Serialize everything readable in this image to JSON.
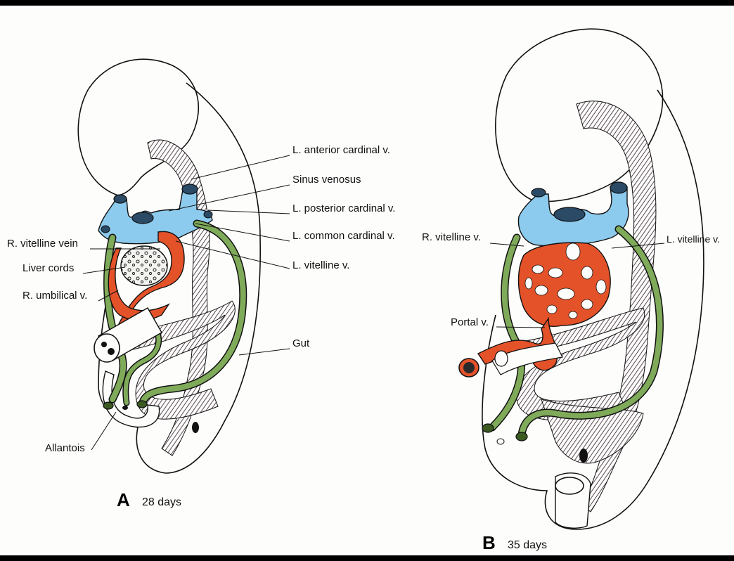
{
  "colors": {
    "veins_blue": "#8ccbee",
    "liver_red": "#e4522a",
    "vessel_green": "#7faa5a",
    "line": "#111111",
    "background": "#fdfdfb",
    "frame": "#000000"
  },
  "panel_a": {
    "letter": "A",
    "age": "28 days",
    "labels": {
      "anterior_cardinal": "L. anterior cardinal v.",
      "sinus_venosus": "Sinus venosus",
      "posterior_cardinal": "L. posterior cardinal v.",
      "common_cardinal": "L. common cardinal v.",
      "r_vitelline_vein": "R. vitelline vein",
      "l_vitelline": "L. vitelline v.",
      "liver_cords": "Liver cords",
      "r_umbilical": "R. umbilical v.",
      "gut": "Gut",
      "allantois": "Allantois"
    }
  },
  "panel_b": {
    "letter": "B",
    "age": "35 days",
    "labels": {
      "r_vitelline": "R. vitelline v.",
      "l_vitelline": "L. vitelline v.",
      "portal": "Portal v."
    }
  }
}
